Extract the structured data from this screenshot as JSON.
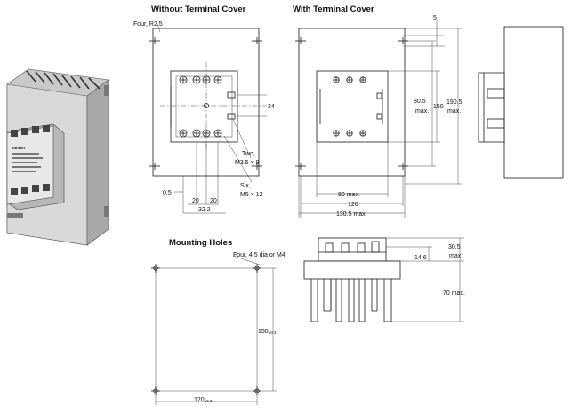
{
  "titles": {
    "without_cover": "Without Terminal Cover",
    "with_cover": "With Terminal Cover",
    "mounting_holes": "Mounting Holes"
  },
  "labels": {
    "four_r25": "Four, R2.5",
    "two_m35": "Two,",
    "two_m35_b": "M3.5 × 8",
    "six_m5": "Six,",
    "six_m5_b": "M5 × 12",
    "four_hole": "Four, 4.5 dia or M4",
    "brand": "omron"
  },
  "dims": {
    "d24": "24",
    "d05": "0.5",
    "d20a": "20",
    "d20b": "20",
    "d322": "32.2",
    "d5": "5",
    "d805": "80.5",
    "d805_max": "max.",
    "d150": "150",
    "d1905": "190.5",
    "d1905_max": "max.",
    "d80max": "80 max.",
    "d120": "120",
    "d1305": "130.5 max.",
    "d305": "30.5",
    "d305_max": "max.",
    "d146": "14.6",
    "d70": "70 max.",
    "d150pm": "150",
    "d150pm_tol": "±0.3",
    "d120pm": "120",
    "d120pm_tol": "±0.3"
  }
}
